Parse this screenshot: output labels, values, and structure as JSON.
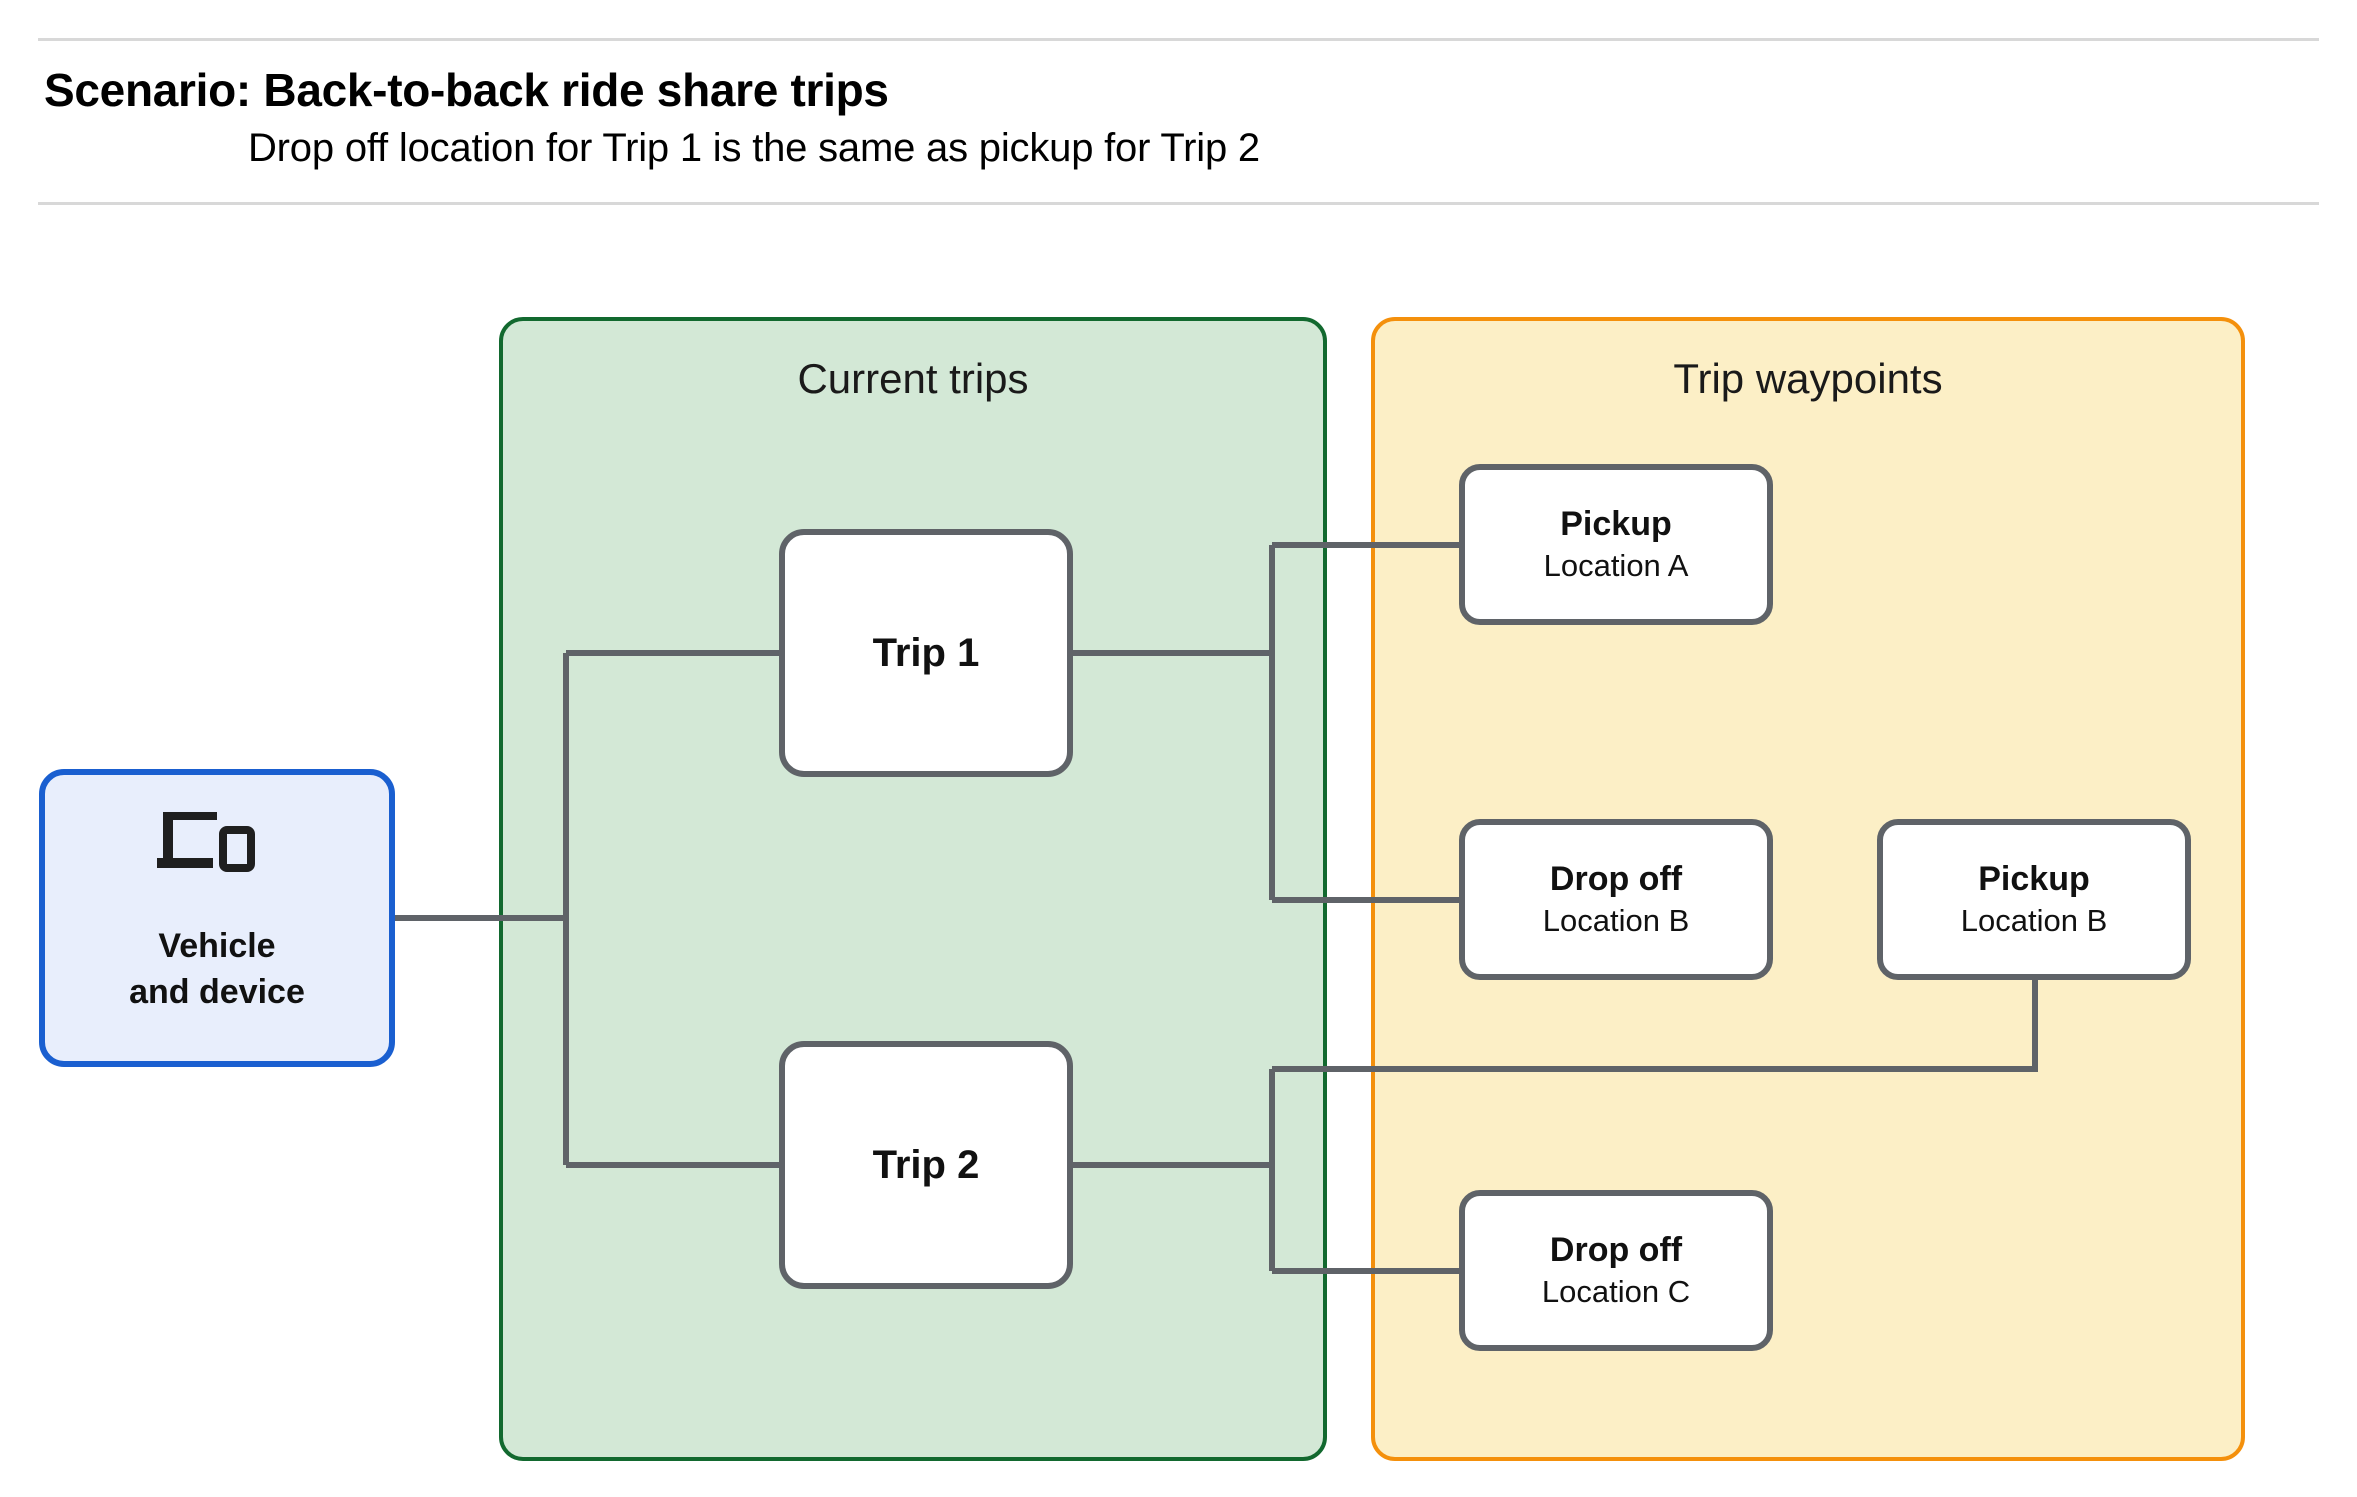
{
  "header": {
    "title": "Scenario: Back-to-back ride share trips",
    "subtitle": "Drop off  location for Trip 1 is the same as pickup for Trip 2"
  },
  "groups": {
    "current_trips": {
      "title": "Current trips",
      "fill": "#d3e8d6",
      "stroke": "#12692f"
    },
    "trip_waypoints": {
      "title": "Trip waypoints",
      "fill": "#fcefc6",
      "stroke": "#f4900c"
    }
  },
  "source": {
    "line1": "Vehicle",
    "line2": "and device",
    "icon": "devices-icon",
    "fill": "#e8eefc",
    "stroke": "#1a5fd0"
  },
  "trips": [
    {
      "label": "Trip 1"
    },
    {
      "label": "Trip 2"
    }
  ],
  "waypoints": [
    {
      "title": "Pickup",
      "sub": "Location A"
    },
    {
      "title": "Drop off",
      "sub": "Location B"
    },
    {
      "title": "Pickup",
      "sub": "Location B"
    },
    {
      "title": "Drop off",
      "sub": "Location C"
    }
  ],
  "style": {
    "node_fill": "#ffffff",
    "node_stroke": "#5f6368",
    "connector": "#5f6368",
    "rule": "#d8d8d8"
  }
}
